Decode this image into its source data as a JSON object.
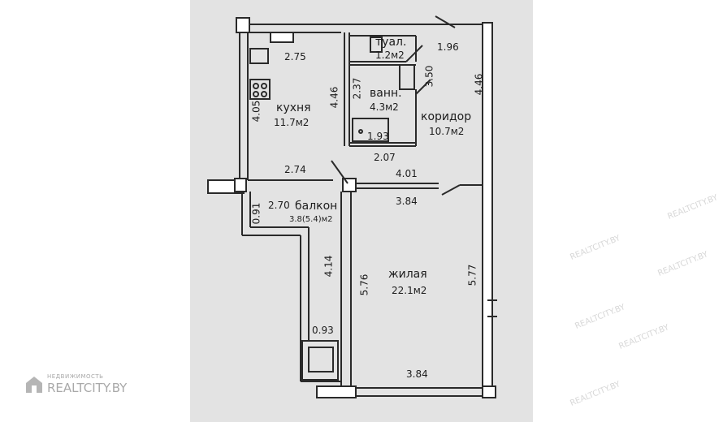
{
  "rooms": {
    "toilet": {
      "name": "туал.",
      "area": "1.2м2"
    },
    "bathroom": {
      "name": "ванн.",
      "area": "4.3м2"
    },
    "kitchen": {
      "name": "кухня",
      "area": "11.7м2"
    },
    "corridor": {
      "name": "коридор",
      "area": "10.7м2"
    },
    "balcony": {
      "name": "балкон",
      "area": "3.8(5.4)м2"
    },
    "living": {
      "name": "жилая",
      "area": "22.1м2"
    }
  },
  "dimensions": {
    "kitchen_top": "2.75",
    "kitchen_left": "4.05",
    "kitchen_right": "4.46",
    "corridor_right": "4.46",
    "toilet_side": "1.96",
    "bath_left": "2.37",
    "bath_right": "3.50",
    "bath_tub": "1.93",
    "bath_bottom": "2.07",
    "balcony_top": "2.74",
    "balcony_width": "2.70",
    "balcony_left": "0.91",
    "corridor_wall": "4.01",
    "living_top": "3.84",
    "living_bottom": "3.84",
    "living_left": "5.76",
    "living_right": "5.77",
    "balcony_long": "4.14",
    "balcony_end": "0.93"
  },
  "watermark": {
    "tagline": "НЕДВИЖИМОСТЬ",
    "brand": "REALTCITY.BY",
    "repeat": "REALTCITY.BY"
  },
  "colors": {
    "wall": "#2a2a2a",
    "paper": "#e3e3e3",
    "watermark": "#a9a9a9"
  }
}
